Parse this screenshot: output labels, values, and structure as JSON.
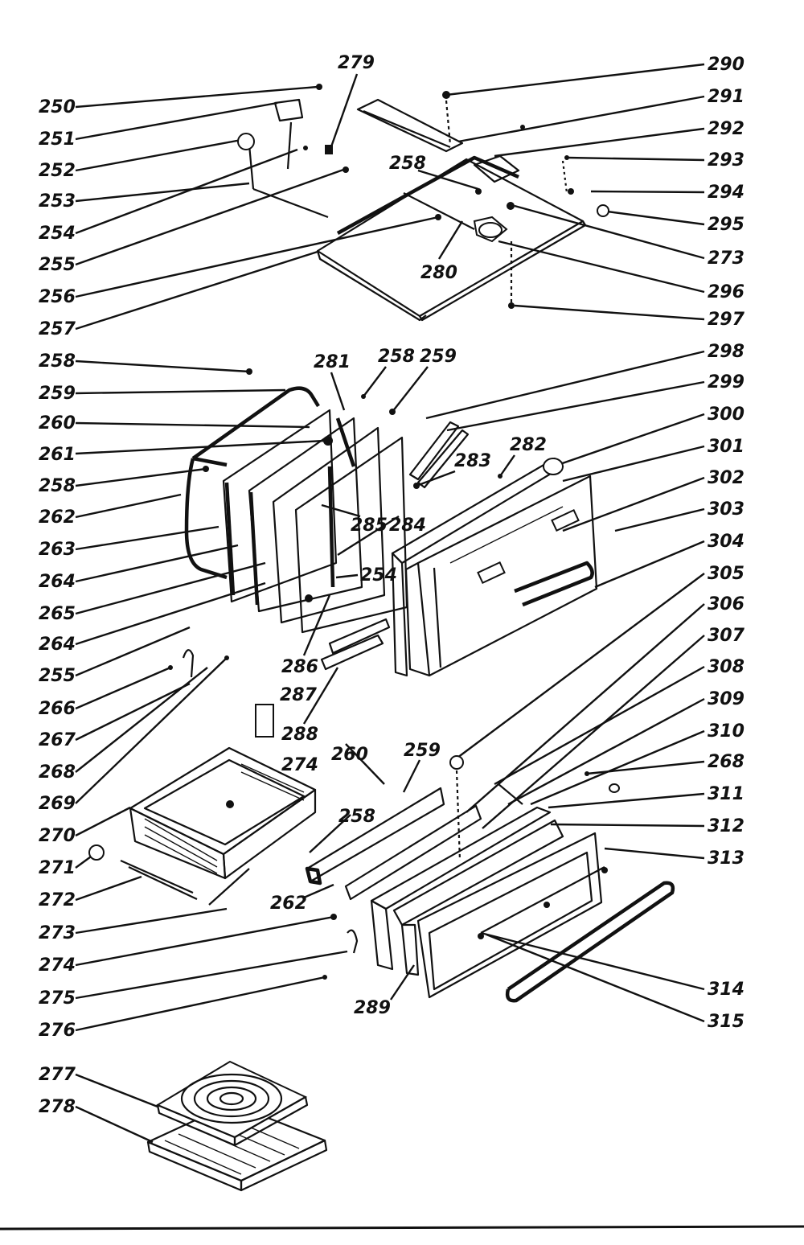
{
  "labels": {
    "l250": "250",
    "l251": "251",
    "l252": "252",
    "l253": "253",
    "l254": "254",
    "l255": "255",
    "l256": "256",
    "l257": "257",
    "l258": "258",
    "l259": "259",
    "l260": "260",
    "l261": "261",
    "l258b": "258",
    "l262": "262",
    "l263": "263",
    "l264": "264",
    "l265": "265",
    "l264b": "264",
    "l255b": "255",
    "l266": "266",
    "l267": "267",
    "l268": "268",
    "l269": "269",
    "l270": "270",
    "l271": "271",
    "l272": "272",
    "l273": "273",
    "l274": "274",
    "l275": "275",
    "l276": "276",
    "l277": "277",
    "l278": "278",
    "l279": "279",
    "l290": "290",
    "l291": "291",
    "l292": "292",
    "l293": "293",
    "l294": "294",
    "l295": "295",
    "l273b": "273",
    "l296": "296",
    "l297": "297",
    "l258c": "258",
    "l280": "280",
    "l281": "281",
    "l258d": "258",
    "l259b": "259",
    "l298": "298",
    "l299": "299",
    "l300": "300",
    "l301": "301",
    "l302": "302",
    "l303": "303",
    "l304": "304",
    "l305": "305",
    "l306": "306",
    "l307": "307",
    "l308": "308",
    "l309": "309",
    "l310": "310",
    "l268b": "268",
    "l311": "311",
    "l312": "312",
    "l313": "313",
    "l314": "314",
    "l315": "315",
    "l282": "282",
    "l283": "283",
    "l285": "285",
    "l284": "284",
    "l254b": "254",
    "l286": "286",
    "l287": "287",
    "l288": "288",
    "l274b": "274",
    "l260b": "260",
    "l259c": "259",
    "l258e": "258",
    "l262b": "262",
    "l289": "289"
  }
}
